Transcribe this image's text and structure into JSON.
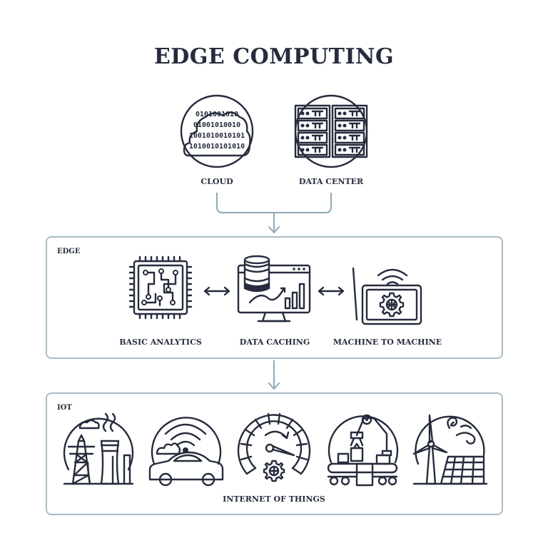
{
  "title": "EDGE COMPUTING",
  "top_nodes": [
    {
      "label": "CLOUD",
      "binary_rows": [
        "0101001010",
        "01001010010",
        "1001010010101",
        "1010010101010"
      ]
    },
    {
      "label": "DATA CENTER"
    }
  ],
  "edge_panel": {
    "label": "EDGE",
    "nodes": [
      {
        "label": "BASIC ANALYTICS"
      },
      {
        "label": "DATA CACHING"
      },
      {
        "label": "MACHINE TO MACHINE"
      }
    ]
  },
  "iot_panel": {
    "label": "IOT",
    "caption": "INTERNET OF THINGS"
  },
  "colors": {
    "ink": "#262c3d",
    "connector": "#8fa9b8",
    "panel_border": "#a9bcc7"
  }
}
